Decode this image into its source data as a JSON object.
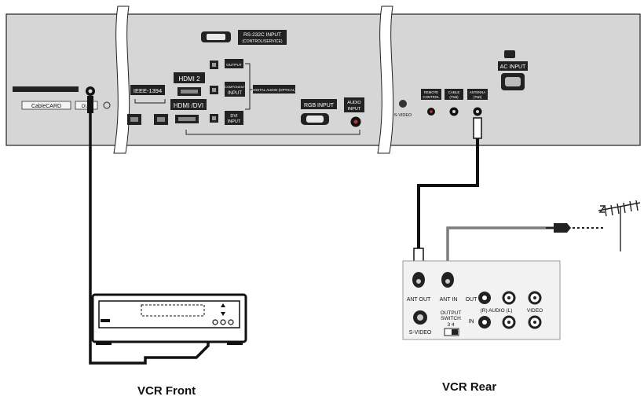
{
  "colors": {
    "panel": "#d6d6d6",
    "panel_dark": "#3a3a3a",
    "cable": "#111111",
    "cable_gray": "#7d7d7d"
  },
  "tv_panel": {
    "cablecard_label": "CableCARD",
    "card_port_label": "OUT",
    "rs232c_label": "RS-232C INPUT",
    "rs232c_sub": "(CONTROL/SERVICE)",
    "ieee1394_label": "IEEE-1394",
    "hdmi2_label": "HDMI 2",
    "hdmi_dvi_label": "HDMI /DVI",
    "optical_output_label": "OUTPUT",
    "component_input_label_small": "COMPONENT",
    "component_input_label": "INPUT",
    "digital_audio_label": "DIGITAL AUDIO (OPTICAL)",
    "dvi_input_label_1": "DVI",
    "dvi_input_label_2": "INPUT",
    "rgb_input_label": "RGB INPUT",
    "audio_input_label_1": "AUDIO",
    "audio_input_label_2": "INPUT",
    "svideo_label": "S-VIDEO",
    "remote_control_label_1": "REMOTE",
    "remote_control_label_2": "CONTROL",
    "cable_label_1": "CABLE",
    "cable_label_2": "(75Ω)",
    "antenna_label_1": "ANTENNA",
    "antenna_label_2": "(75Ω)",
    "ac_input_label": "AC INPUT"
  },
  "vcr_rear": {
    "ant_out_label": "ANT OUT",
    "ant_in_label": "ANT IN",
    "out_label": "OUT",
    "in_label": "IN",
    "audio_label": "(R) AUDIO (L)",
    "video_label": "VIDEO",
    "output_switch_label_1": "OUTPUT",
    "output_switch_label_2": "SWITCH",
    "output_switch_channels": "3   4",
    "svideo_label": "S-VIDEO"
  },
  "captions": {
    "vcr_front": "VCR Front",
    "vcr_rear": "VCR Rear"
  }
}
